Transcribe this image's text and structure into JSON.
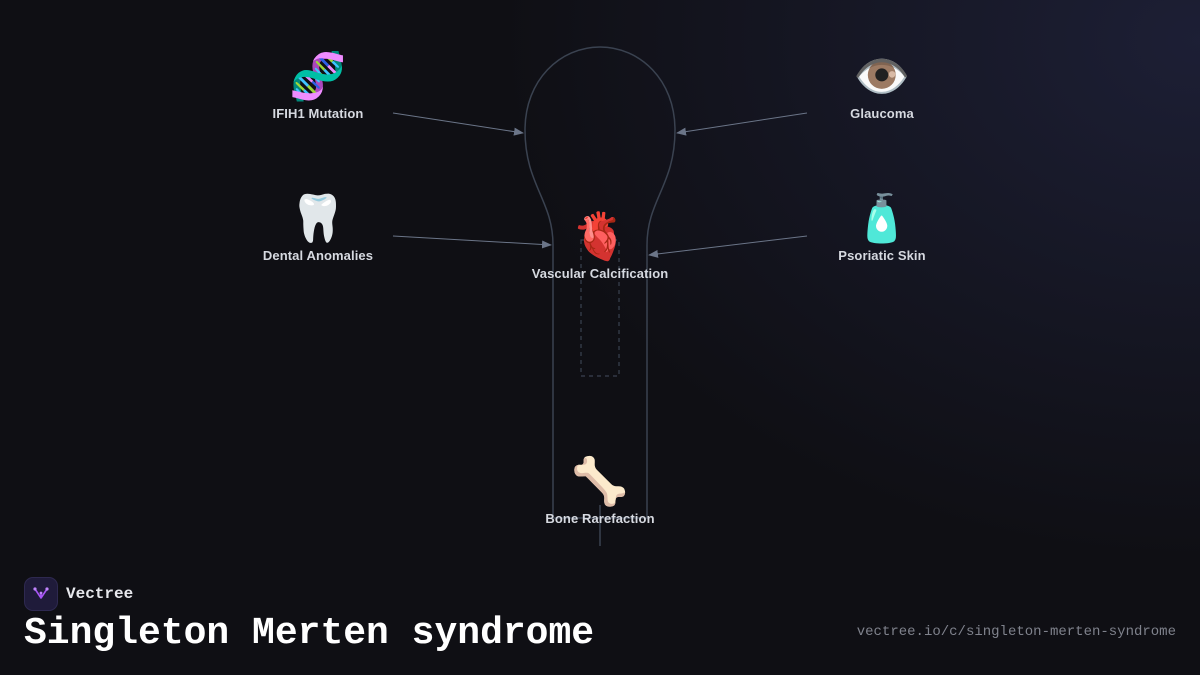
{
  "brand": {
    "name": "Vectree"
  },
  "title": "Singleton Merten syndrome",
  "url": "vectree.io/c/singleton-merten-syndrome",
  "colors": {
    "background": "#0f0f14",
    "outline": "#3a4250",
    "arrow": "#6b7588",
    "label": "#d6d9e0",
    "brand_accent": "#a855f7"
  },
  "diagram": {
    "nodes": [
      {
        "id": "ifih1",
        "label": "IFIH1 Mutation",
        "icon": "🧬",
        "icon_name": "dna-icon"
      },
      {
        "id": "dental",
        "label": "Dental Anomalies",
        "icon": "🦷",
        "icon_name": "tooth-icon"
      },
      {
        "id": "vascular",
        "label": "Vascular Calcification",
        "icon": "🫀",
        "icon_name": "anatomical-heart-icon"
      },
      {
        "id": "glaucoma",
        "label": "Glaucoma",
        "icon": "👁️",
        "icon_name": "eye-icon"
      },
      {
        "id": "psoriatic",
        "label": "Psoriatic Skin",
        "icon": "🧴",
        "icon_name": "lotion-bottle-icon"
      },
      {
        "id": "bone",
        "label": "Bone Rarefaction",
        "icon": "🦴",
        "icon_name": "bone-icon"
      }
    ]
  }
}
